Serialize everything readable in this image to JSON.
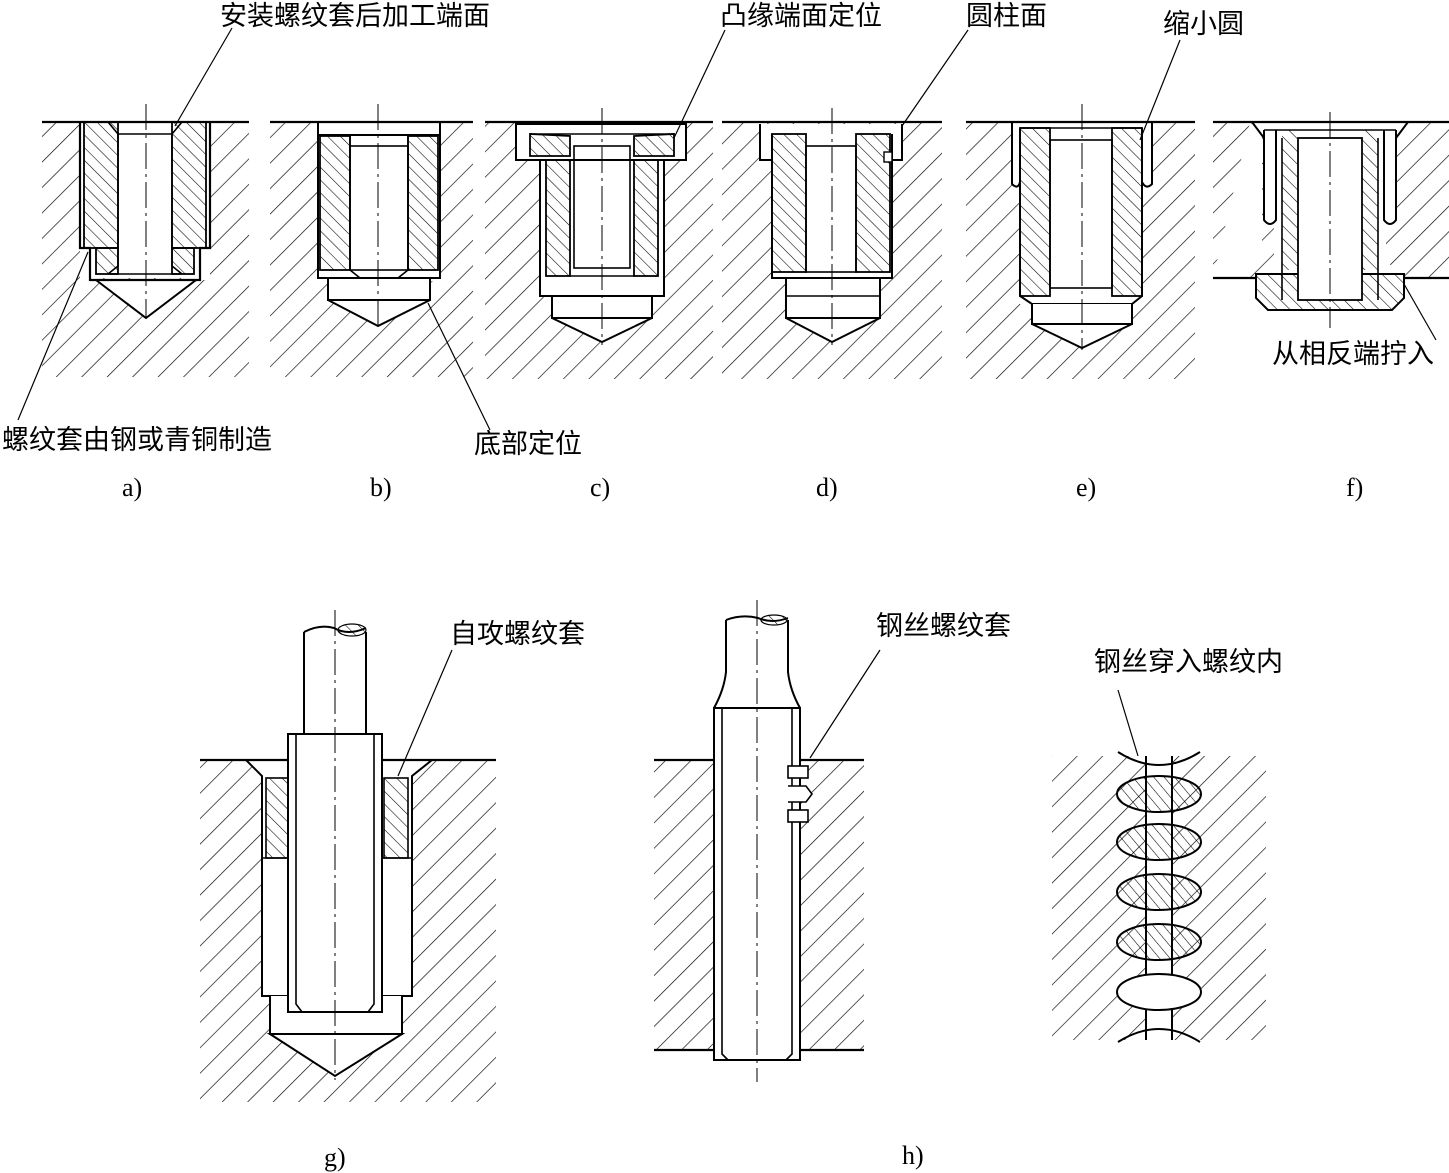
{
  "labels": {
    "a_top": "安装螺纹套后加工端面",
    "a_bottom": "螺纹套由钢或青铜制造",
    "b_bottom": "底部定位",
    "c_top": "凸缘端面定位",
    "d_top": "圆柱面",
    "e_top": "缩小圆",
    "f_bottom": "从相反端拧入",
    "g_top": "自攻螺纹套",
    "h_top": "钢丝螺纹套",
    "h_right_top": "钢丝穿入螺纹内"
  },
  "captions": {
    "a": "a)",
    "b": "b)",
    "c": "c)",
    "d": "d)",
    "e": "e)",
    "f": "f)",
    "g": "g)",
    "h": "h)"
  }
}
